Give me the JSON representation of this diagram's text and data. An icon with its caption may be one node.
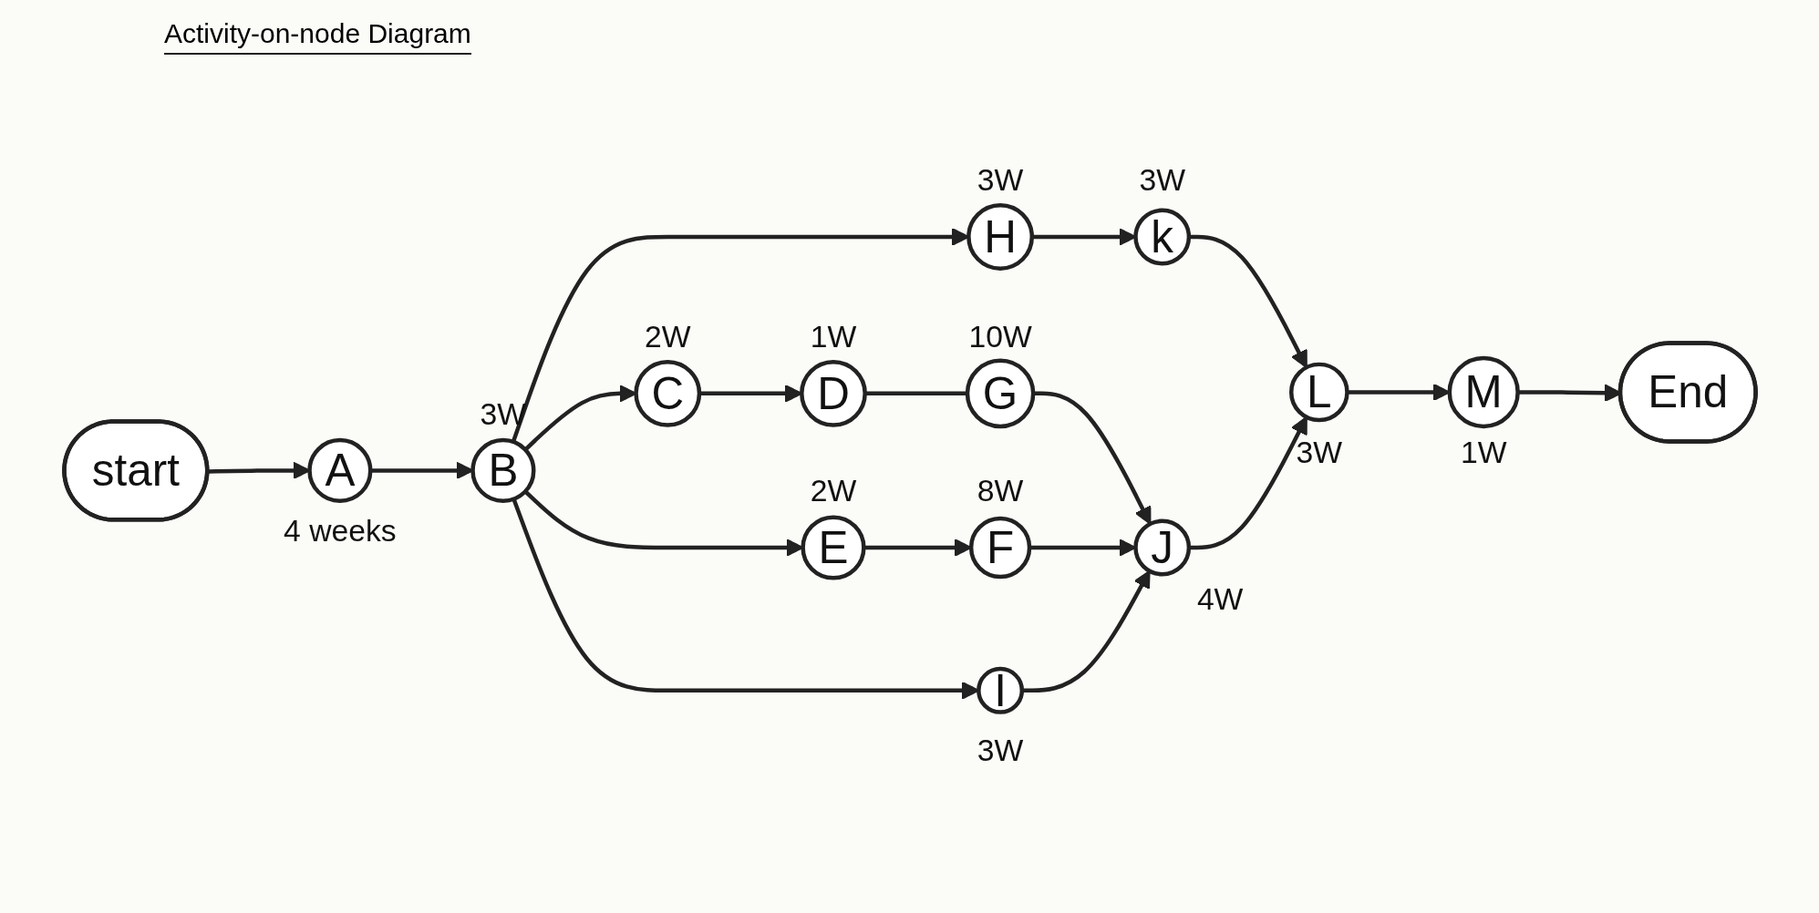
{
  "diagram": {
    "title": "Activity-on-node Diagram",
    "nodes": [
      {
        "text": [
          "start"
        ]
      },
      {
        "text": [
          "A"
        ],
        "beside": [
          "4 weeks"
        ]
      },
      {
        "text": [
          "B"
        ],
        "beside": [
          "3W"
        ]
      },
      {
        "text": [
          "C"
        ],
        "beside": [
          "2W"
        ]
      },
      {
        "text": [
          "D"
        ],
        "beside": [
          "1W"
        ]
      },
      {
        "text": [
          "G"
        ],
        "beside": [
          "10W"
        ]
      },
      {
        "text": [
          "E"
        ],
        "beside": [
          "2W"
        ]
      },
      {
        "text": [
          "F"
        ],
        "beside": [
          "8W"
        ]
      },
      {
        "text": [
          "J"
        ],
        "beside": [
          "4W"
        ]
      },
      {
        "text": [
          "I"
        ],
        "beside": [
          "3W"
        ]
      },
      {
        "text": [
          "H"
        ],
        "beside": [
          "3W"
        ]
      },
      {
        "text": [
          "k"
        ],
        "beside": [
          "3W"
        ]
      },
      {
        "text": [
          "L"
        ],
        "beside": [
          "3W"
        ]
      },
      {
        "text": [
          "M"
        ],
        "beside": [
          "1W"
        ]
      },
      {
        "text": [
          "End"
        ]
      }
    ],
    "edges": [
      {
        "from": 0,
        "to": 1,
        "arrow": "to"
      },
      {
        "from": 1,
        "to": 2,
        "arrow": "to"
      },
      {
        "from": 2,
        "to": 3,
        "arrow": "to"
      },
      {
        "from": 3,
        "to": 4,
        "arrow": "to"
      },
      {
        "from": 4,
        "to": 5,
        "arrow": "none"
      },
      {
        "from": 5,
        "to": 8,
        "arrow": "to"
      },
      {
        "from": 2,
        "to": 6,
        "arrow": "to"
      },
      {
        "from": 6,
        "to": 7,
        "arrow": "to"
      },
      {
        "from": 7,
        "to": 8,
        "arrow": "to"
      },
      {
        "from": 2,
        "to": 9,
        "arrow": "to"
      },
      {
        "from": 9,
        "to": 8,
        "arrow": "to"
      },
      {
        "from": 2,
        "to": 10,
        "arrow": "to"
      },
      {
        "from": 10,
        "to": 11,
        "arrow": "to"
      },
      {
        "from": 11,
        "to": 12,
        "arrow": "to"
      },
      {
        "from": 8,
        "to": 12,
        "arrow": "to"
      },
      {
        "from": 12,
        "to": 13,
        "arrow": "to"
      },
      {
        "from": 13,
        "to": 14,
        "arrow": "to"
      }
    ]
  }
}
